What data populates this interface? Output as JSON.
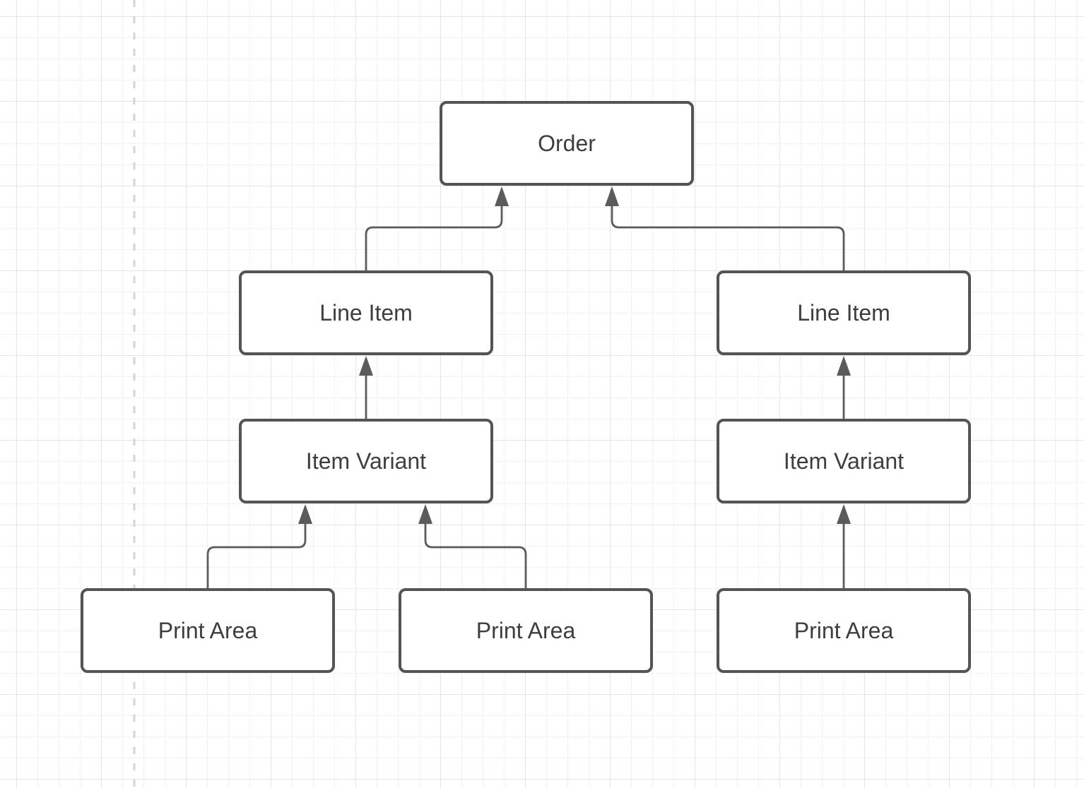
{
  "diagram": {
    "nodes": {
      "order": {
        "label": "Order"
      },
      "line_item_left": {
        "label": "Line Item"
      },
      "line_item_right": {
        "label": "Line Item"
      },
      "item_variant_left": {
        "label": "Item Variant"
      },
      "item_variant_right": {
        "label": "Item Variant"
      },
      "print_area_left": {
        "label": "Print Area"
      },
      "print_area_center": {
        "label": "Print Area"
      },
      "print_area_right": {
        "label": "Print Area"
      }
    },
    "edges": [
      {
        "from": "line_item_left",
        "to": "order"
      },
      {
        "from": "line_item_right",
        "to": "order"
      },
      {
        "from": "item_variant_left",
        "to": "line_item_left"
      },
      {
        "from": "item_variant_right",
        "to": "line_item_right"
      },
      {
        "from": "print_area_left",
        "to": "item_variant_left"
      },
      {
        "from": "print_area_center",
        "to": "item_variant_left"
      },
      {
        "from": "print_area_right",
        "to": "item_variant_right"
      }
    ],
    "colors": {
      "canvas_background": "#ffffff",
      "grid_minor": "#f2f2f2",
      "grid_major": "#e4e4e4",
      "page_guide": "#d5d5d5",
      "shape_fill": "#ffffff",
      "shape_border": "#545454",
      "connector": "#5b5b5b",
      "text": "#3e3e3e"
    }
  }
}
